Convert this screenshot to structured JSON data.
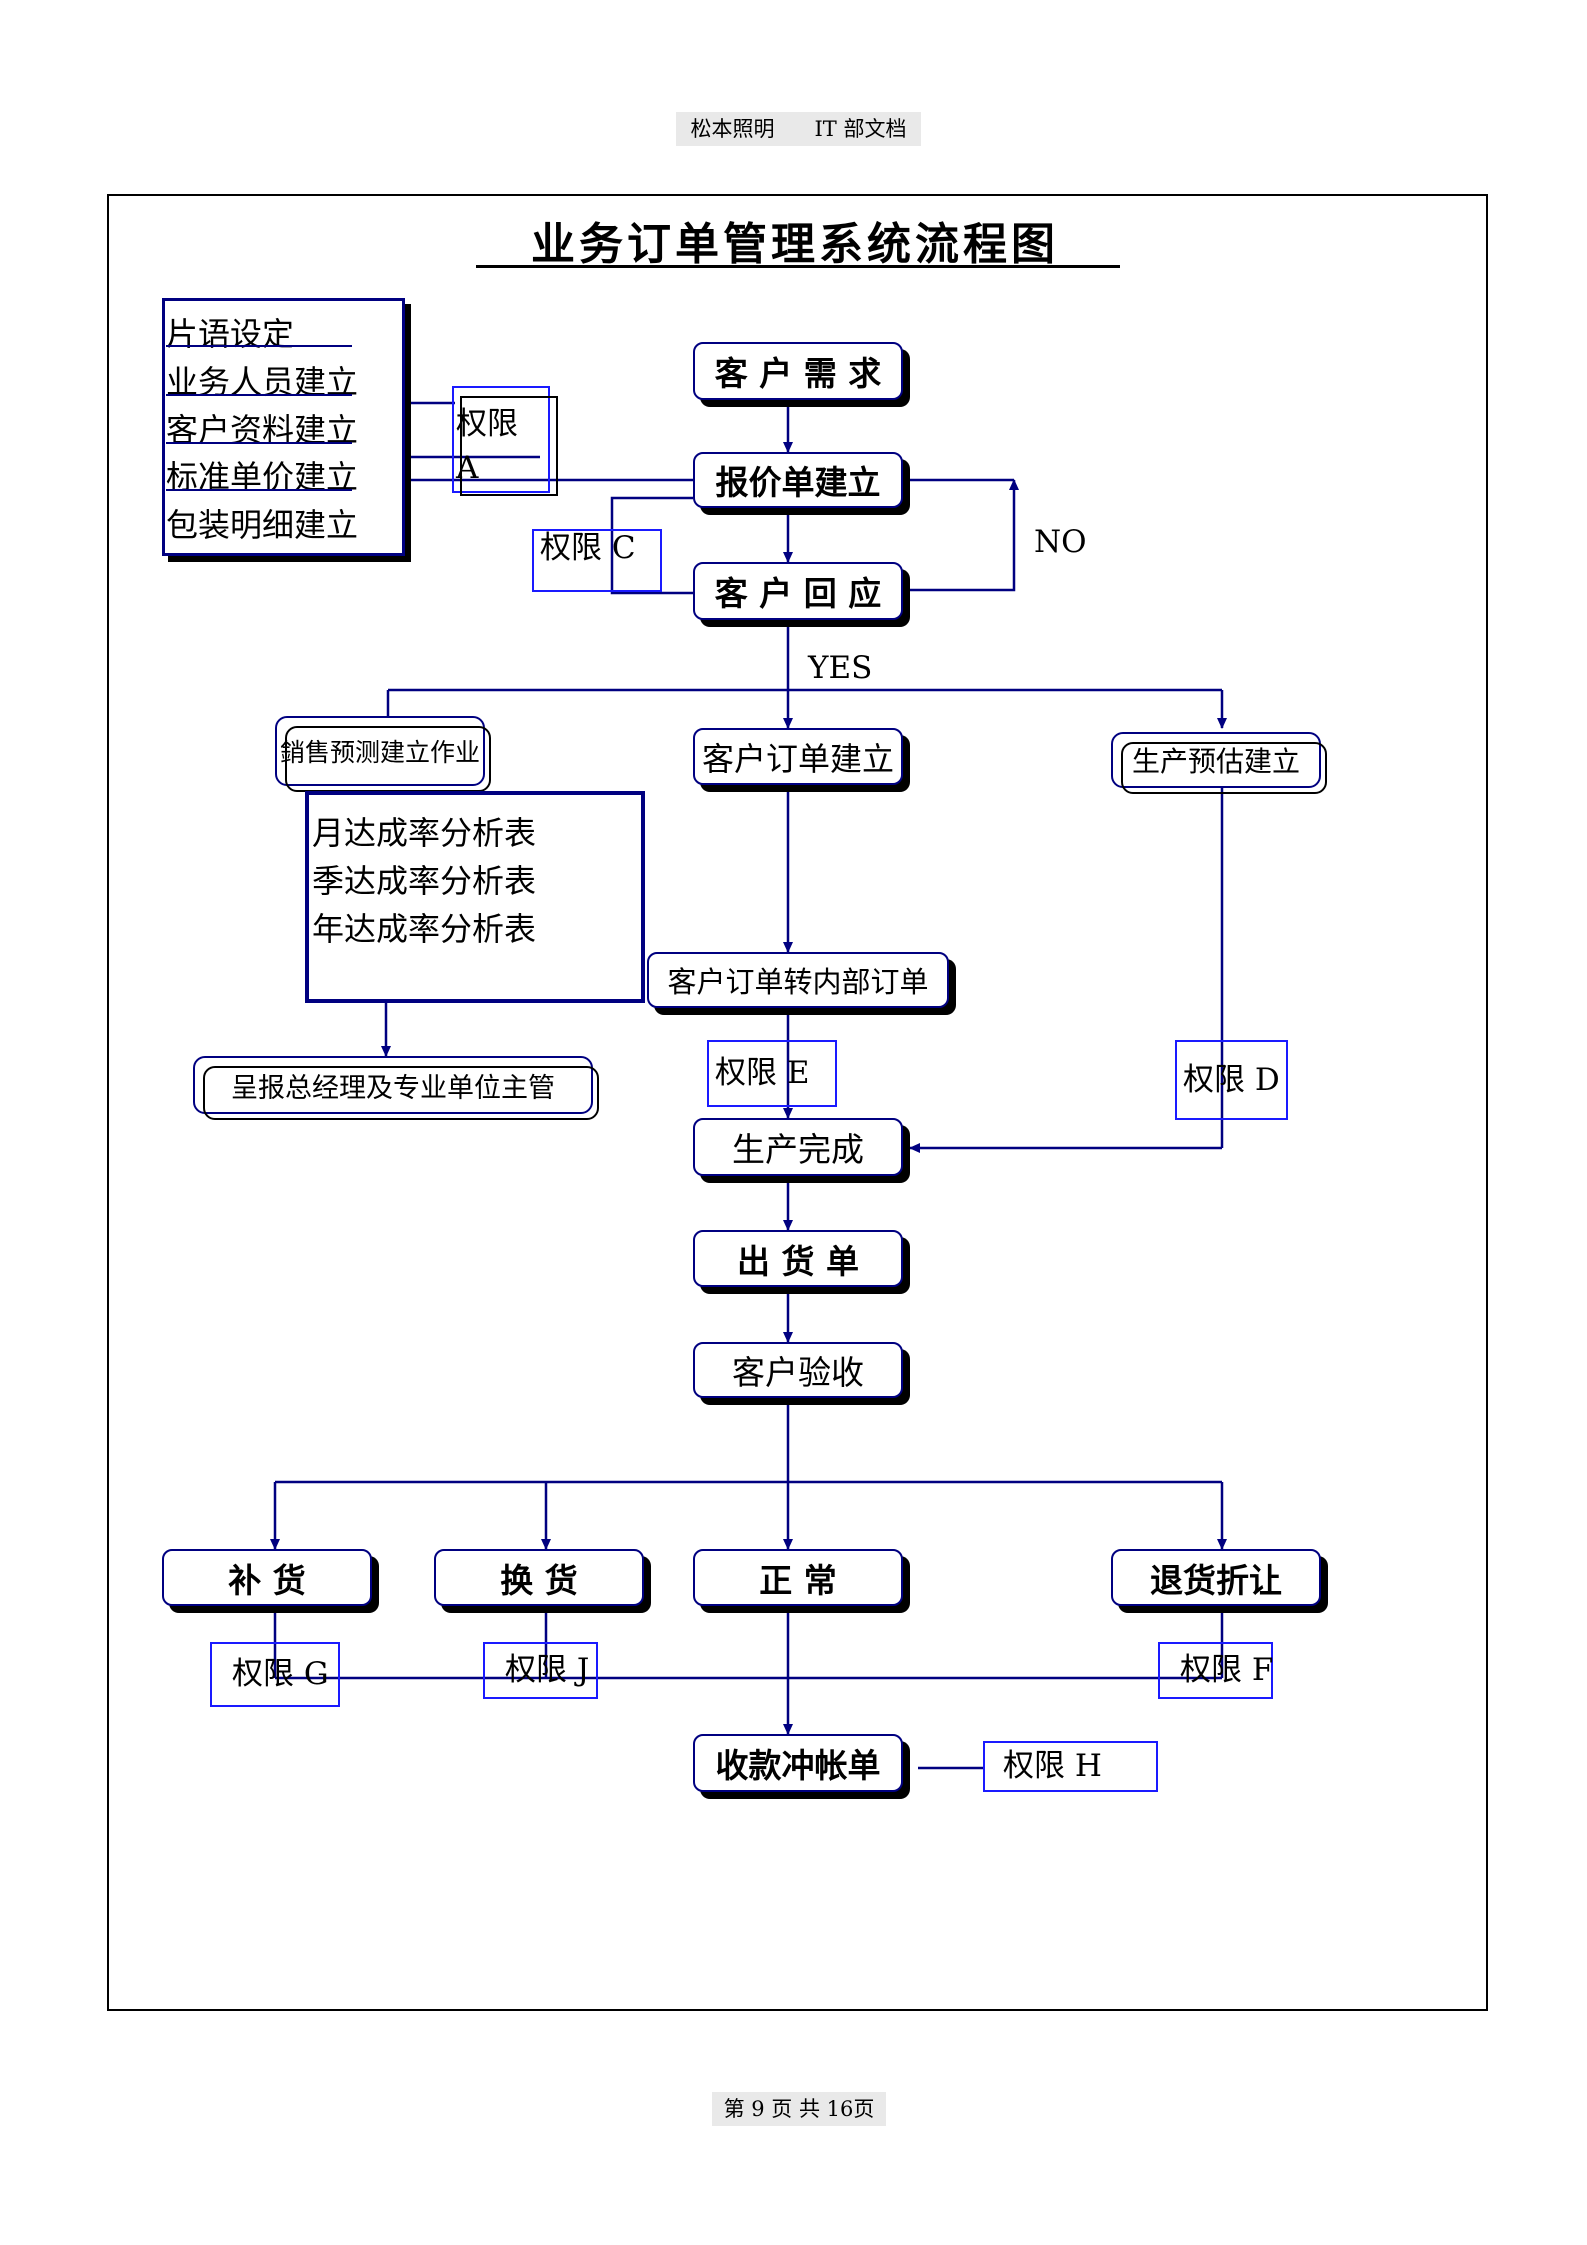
{
  "header": {
    "company": "松本照明",
    "dept": "IT 部文档"
  },
  "footer": {
    "page": "第 9 页 共 16页"
  },
  "title": "业务订单管理系统流程图",
  "setup_items": [
    "片语设定",
    "业务人员建立",
    "客户资料建立",
    "标准单价建立",
    "包装明细建立"
  ],
  "report_items": [
    "月达成率分析表",
    "季达成率分析表",
    "年达成率分析表"
  ],
  "nodes": {
    "customer_demand": "客 户 需 求",
    "quote_create": "报价单建立",
    "customer_reply": "客 户 回 应",
    "sales_forecast": "銷售预测建立作业",
    "customer_order": "客户订单建立",
    "production_estimate": "生产预估建立",
    "order_to_internal": "客户订单转内部订单",
    "report_to_manager": "呈报总经理及专业单位主管",
    "production_done": "生产完成",
    "shipping": "出 货 单",
    "acceptance": "客户验收",
    "replenish": "补    货",
    "exchange": "换    货",
    "normal": "正    常",
    "return_discount": "退货折让",
    "payment": "收款冲帐单"
  },
  "auth": {
    "A1": "权限",
    "A2": "A",
    "C": "权限 C",
    "D": "权限 D",
    "E": "权限 E",
    "F": "权限 F",
    "G": "权限 G",
    "H": "权限 H",
    "J": "权限 J"
  },
  "labels": {
    "no": "NO",
    "yes": "YES"
  },
  "colors": {
    "line": "#000080",
    "auth_border": "#1a1aff",
    "shadow": "#000000"
  }
}
